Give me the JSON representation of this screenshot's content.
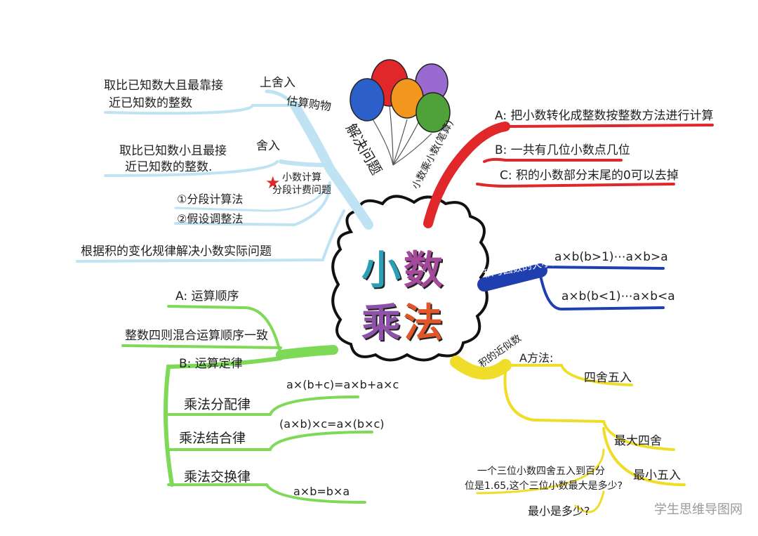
{
  "center": {
    "line1": "小数",
    "line2": "乘法",
    "color_xiao": "#2a9fb5",
    "color_shu": "#a54a9a",
    "color_cheng": "#8e52a8",
    "color_fa": "#e0552a"
  },
  "colors": {
    "blue_light": "#bfe3f2",
    "red": "#e0282b",
    "blue": "#1f3fb0",
    "yellow": "#f0dd2a",
    "green": "#7ed957"
  },
  "balloons": [
    "red",
    "purple",
    "blue",
    "orange",
    "green"
  ],
  "branches": {
    "solve": {
      "label": "解决问题",
      "sub_label": "估算购物",
      "round_up_label": "上舍入",
      "round_up_text_1": "取比已知数大且最靠接",
      "round_up_text_2": "近已知数的整数",
      "round_down_label": "舍入",
      "round_down_text_1": "取比已知数小且最接",
      "round_down_text_2": "近已知数的整数.",
      "star_note_1": "小数计算",
      "star_note_2": "分段计费问题",
      "method_1": "①分段计算法",
      "method_2": "②假设调整法",
      "product_change": "根据积的变化规律解决小数实际问题"
    },
    "calc": {
      "label": "小数乘小数(笔算)",
      "a": "A: 把小数转化成整数按整数方法进行计算",
      "b": "B: 一共有几位小数点几位",
      "c": "C: 积的小数部分末尾的0可以去掉"
    },
    "product_size": {
      "label": "积与因数的大小关系",
      "case_1": "a×b(b>1)⋯a×b>a",
      "case_2": "a×b(b<1)⋯a×b<a"
    },
    "approx": {
      "label": "积的近似数",
      "method_a": "A方法:",
      "round": "四舍五入",
      "max_label": "最大四舍",
      "min_label": "最小五入",
      "question_1": "一个三位小数四舍五入到百分",
      "question_2": "位是1.65,这个三位小数最大是多少?",
      "question_3": "最小是多少?"
    },
    "mixed": {
      "a_label": "A: 运算顺序",
      "a_text": "整数四则混合运算顺序一致",
      "b_label": "B: 运算定律",
      "dist_label": "乘法分配律",
      "dist_formula": "a×(b+c)=a×b+a×c",
      "assoc_label": "乘法结合律",
      "assoc_formula": "(a×b)×c=a×(b×c)",
      "comm_label": "乘法交换律",
      "comm_formula": "a×b=b×a"
    }
  },
  "watermark": "学生思维导图网"
}
